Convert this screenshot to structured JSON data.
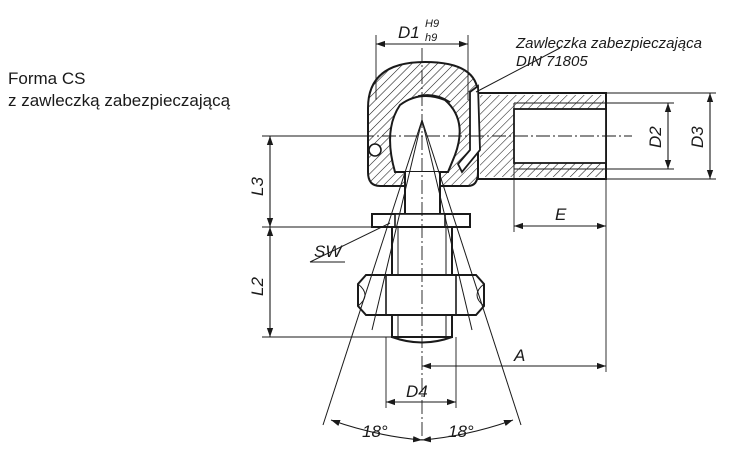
{
  "title": {
    "line1": "Forma CS",
    "line2": "z zawleczką zabezpieczającą"
  },
  "callout": {
    "line1": "Zawleczka zabezpieczająca",
    "line2": "DIN 71805"
  },
  "dimensions": {
    "d1": "D1",
    "d1_upper": "H9",
    "d1_lower": "h9",
    "d2": "D2",
    "d3": "D3",
    "d4": "D4",
    "l2": "L2",
    "l3": "L3",
    "e": "E",
    "a": "A",
    "sw": "SW",
    "angle_left": "18°",
    "angle_right": "18°"
  },
  "colors": {
    "ink": "#1a1a1a",
    "hatch": "#1a1a1a"
  }
}
